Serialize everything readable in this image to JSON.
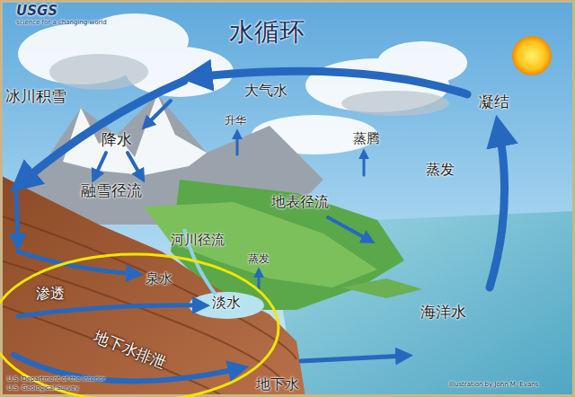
{
  "diagram": {
    "title": "水循环",
    "labels": [
      "USGS",
      "science for a changing world",
      "冰川积雪",
      "大气水",
      "凝结",
      "升华",
      "降水",
      "蒸腾",
      "蒸发",
      "融雪径流",
      "地表径流",
      "河川径流",
      "蒸发",
      "渗透",
      "泉水",
      "淡水",
      "海洋水",
      "地下水排泄",
      "U.S. Department of the Interior",
      "U.S. Geological Survey",
      "地下水",
      "Illustration by John M. Evans"
    ]
  }
}
